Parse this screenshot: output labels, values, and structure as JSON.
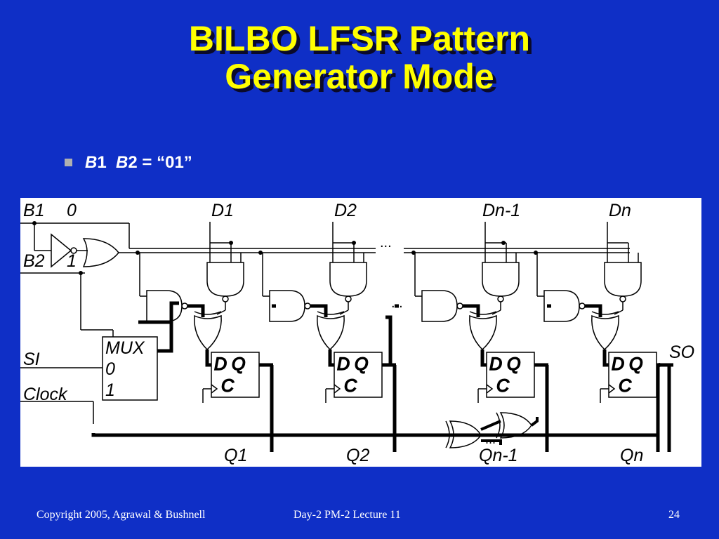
{
  "slide": {
    "title_line1": "BILBO LFSR Pattern",
    "title_line2": "Generator Mode",
    "bullet": {
      "b1": "B",
      "one": "1",
      "b2": "B",
      "rest": "2 = “01”"
    }
  },
  "diagram": {
    "labels": {
      "b1": "B1",
      "zero": "0",
      "b2": "B2",
      "one": "1",
      "si": "SI",
      "clock": "Clock",
      "so": "SO",
      "d1": "D1",
      "d2": "D2",
      "dn1": "Dn-1",
      "dn": "Dn",
      "q1": "Q1",
      "q2": "Q2",
      "qn1": "Qn-1",
      "qn": "Qn",
      "mux": "MUX",
      "mux0": "0",
      "mux1": "1",
      "ff_dq": "D Q",
      "ff_c": "C",
      "dots": "..."
    }
  },
  "footer": {
    "copyright": "Copyright 2005, Agrawal & Bushnell",
    "lecture": "Day-2 PM-2 Lecture 11",
    "page": "24"
  },
  "colors": {
    "background": "#0f2fc6",
    "title": "#ffff00",
    "text": "#ffffff"
  }
}
